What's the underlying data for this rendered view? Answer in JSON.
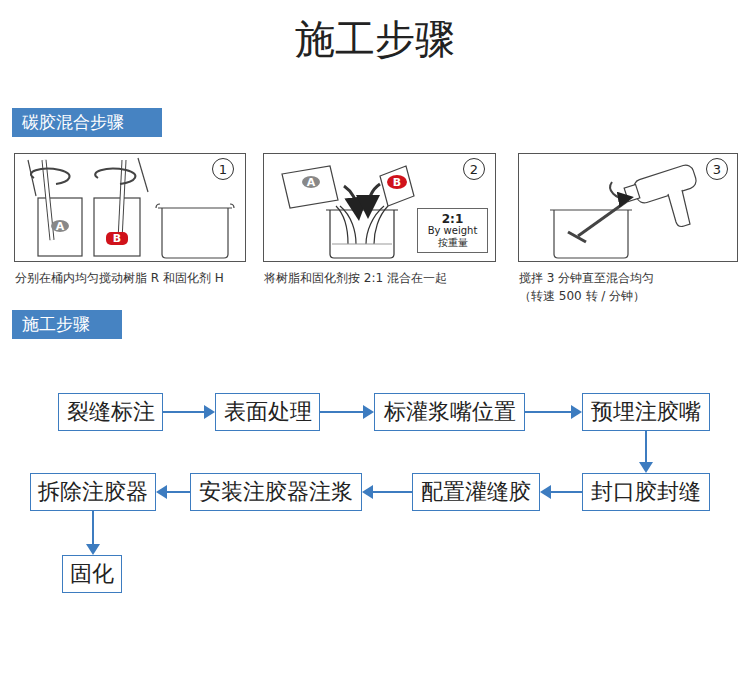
{
  "diagram": {
    "title": "施工步骤",
    "nodes": [
      {
        "text": [
          "碳胶混合步骤"
        ]
      },
      {
        "text": [
          "分别在桶内均匀搅动树脂 R 和固化剂 H"
        ]
      },
      {
        "text": [
          "1"
        ],
        "in": 1
      },
      {
        "text": [
          "将树脂和固化剂按 2:1 混合在一起"
        ]
      },
      {
        "text": [
          "2"
        ],
        "in": 3
      },
      {
        "text": [
          "2:1",
          "By weight",
          "按重量"
        ],
        "in": 3
      },
      {
        "text": [
          "搅拌 3 分钟直至混合均匀",
          "（转速 500 转 / 分钟）"
        ]
      },
      {
        "text": [
          "3"
        ],
        "in": 6
      },
      {
        "text": [
          "施工步骤"
        ]
      },
      {
        "text": [
          "裂缝标注"
        ]
      },
      {
        "text": [
          "表面处理"
        ]
      },
      {
        "text": [
          "标灌浆嘴位置"
        ]
      },
      {
        "text": [
          "预埋注胶嘴"
        ]
      },
      {
        "text": [
          "封口胶封缝"
        ]
      },
      {
        "text": [
          "配置灌缝胶"
        ]
      },
      {
        "text": [
          "安装注胶器注浆"
        ]
      },
      {
        "text": [
          "拆除注胶器"
        ]
      },
      {
        "text": [
          "固化"
        ]
      }
    ],
    "edges": [
      {
        "from": 9,
        "to": 10,
        "arrow": "to"
      },
      {
        "from": 10,
        "to": 11,
        "arrow": "to"
      },
      {
        "from": 11,
        "to": 12,
        "arrow": "to"
      },
      {
        "from": 12,
        "to": 13,
        "arrow": "to"
      },
      {
        "from": 13,
        "to": 14,
        "arrow": "to"
      },
      {
        "from": 14,
        "to": 15,
        "arrow": "to"
      },
      {
        "from": 15,
        "to": 16,
        "arrow": "to"
      },
      {
        "from": 16,
        "to": 17,
        "arrow": "to"
      }
    ],
    "labels": [
      "A",
      "B",
      "A",
      "B"
    ]
  }
}
